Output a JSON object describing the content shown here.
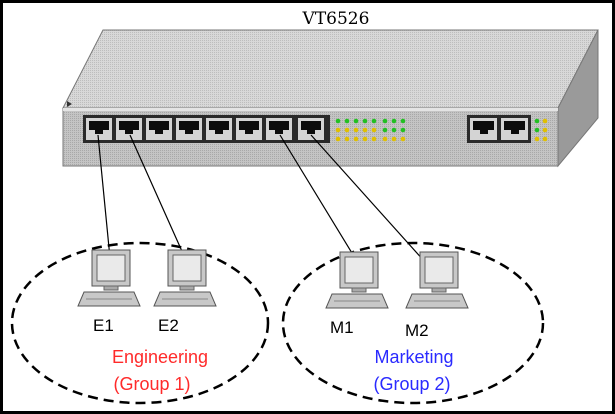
{
  "switch": {
    "label": "VT6526"
  },
  "computers": [
    {
      "label": "E1"
    },
    {
      "label": "E2"
    },
    {
      "label": "M1"
    },
    {
      "label": "M2"
    }
  ],
  "groups": [
    {
      "name": "Engineering",
      "sub": "(Group 1)",
      "color": "#ff2a2a"
    },
    {
      "name": "Marketing",
      "sub": "(Group 2)",
      "color": "#2a2aff"
    }
  ],
  "colors": {
    "switch_front": "#b8b8b8",
    "switch_top": "#d2d2d2",
    "switch_side": "#9a9a9a",
    "led_green": "#22c022",
    "led_yellow": "#e0c000"
  }
}
